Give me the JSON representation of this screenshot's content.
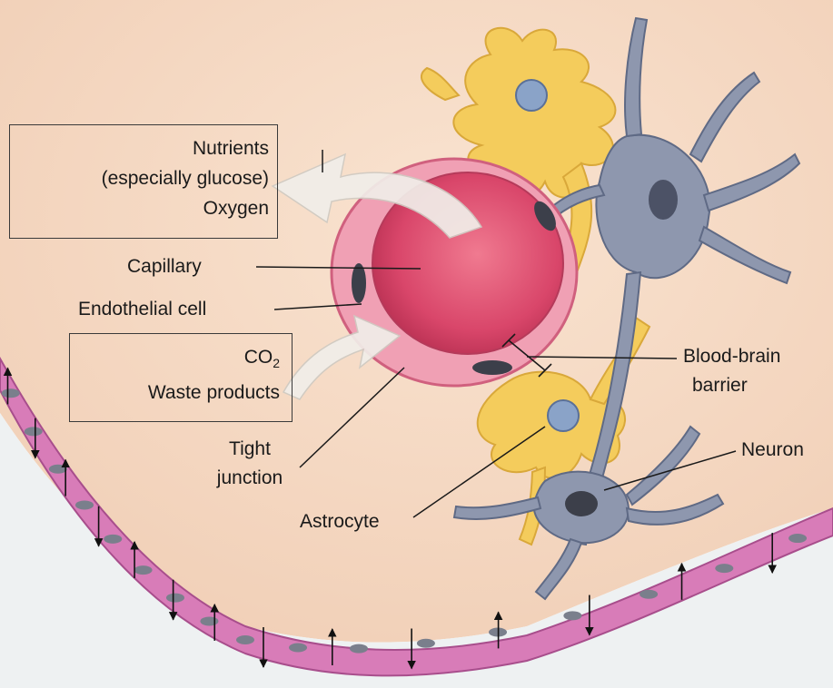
{
  "labels": {
    "nutrients_line1": "Nutrients",
    "nutrients_line2": "(especially glucose)",
    "nutrients_line3": "Oxygen",
    "capillary": "Capillary",
    "endothelial_cell": "Endothelial cell",
    "co2_main": "CO",
    "co2_sub": "2",
    "waste_products": "Waste products",
    "tight_line1": "Tight",
    "tight_line2": "junction",
    "astrocyte": "Astrocyte",
    "bbb_line1": "Blood-brain",
    "bbb_line2": "barrier",
    "neuron": "Neuron"
  },
  "colors": {
    "tissue": "#f5d9c4",
    "lumen": "#e0506e",
    "vessel_wall": "#f0a0b4",
    "nucleus": "#3c3f4a",
    "astrocyte": "#f4cc5c",
    "neuron": "#8e97ae",
    "ependymal": "#d87cb8",
    "arrow": "#f1eee9"
  }
}
